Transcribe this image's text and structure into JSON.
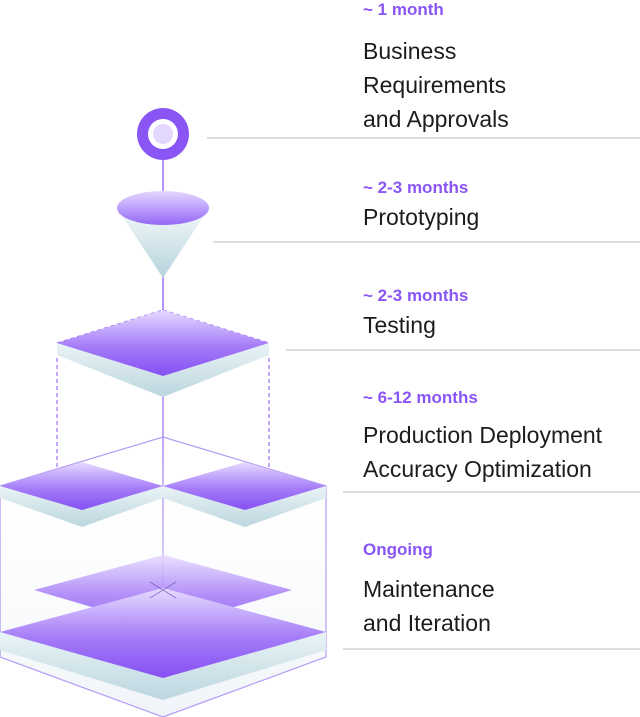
{
  "colors": {
    "accent": "#8a55f5",
    "text": "#1c1c1c",
    "divider": "#c9c9cf",
    "shape_top": "#9d6ff7",
    "shape_side": "#cfe3ea"
  },
  "stages": [
    {
      "duration": "~ 1 month",
      "title_lines": [
        "Business",
        "Requirements",
        "and Approvals"
      ],
      "icon": "circle-node-icon"
    },
    {
      "duration": "~ 2-3 months",
      "title_lines": [
        "Prototyping"
      ],
      "icon": "funnel-icon"
    },
    {
      "duration": "~ 2-3 months",
      "title_lines": [
        "Testing"
      ],
      "icon": "single-layer-icon"
    },
    {
      "duration": "~ 6-12 months",
      "title_lines": [
        "Production Deployment",
        "Accuracy Optimization"
      ],
      "icon": "double-layer-icon"
    },
    {
      "duration": "Ongoing",
      "title_lines": [
        "Maintenance",
        "and Iteration"
      ],
      "icon": "stacked-layers-icon"
    }
  ]
}
